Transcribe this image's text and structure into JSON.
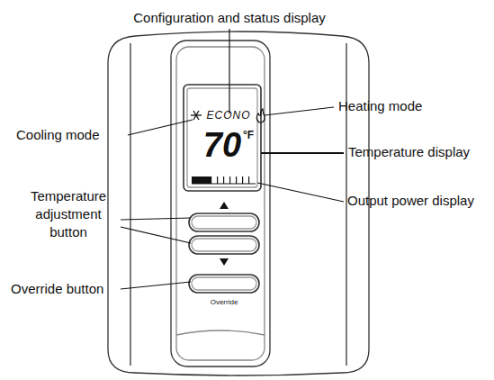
{
  "diagram": {
    "labels": [
      "Configuration and status display",
      "Heating mode",
      "Cooling mode",
      "Temperature display",
      "Temperature adjustment button",
      "Output power display",
      "Override button",
      "ECONO",
      "70",
      "°F",
      "Override"
    ]
  }
}
